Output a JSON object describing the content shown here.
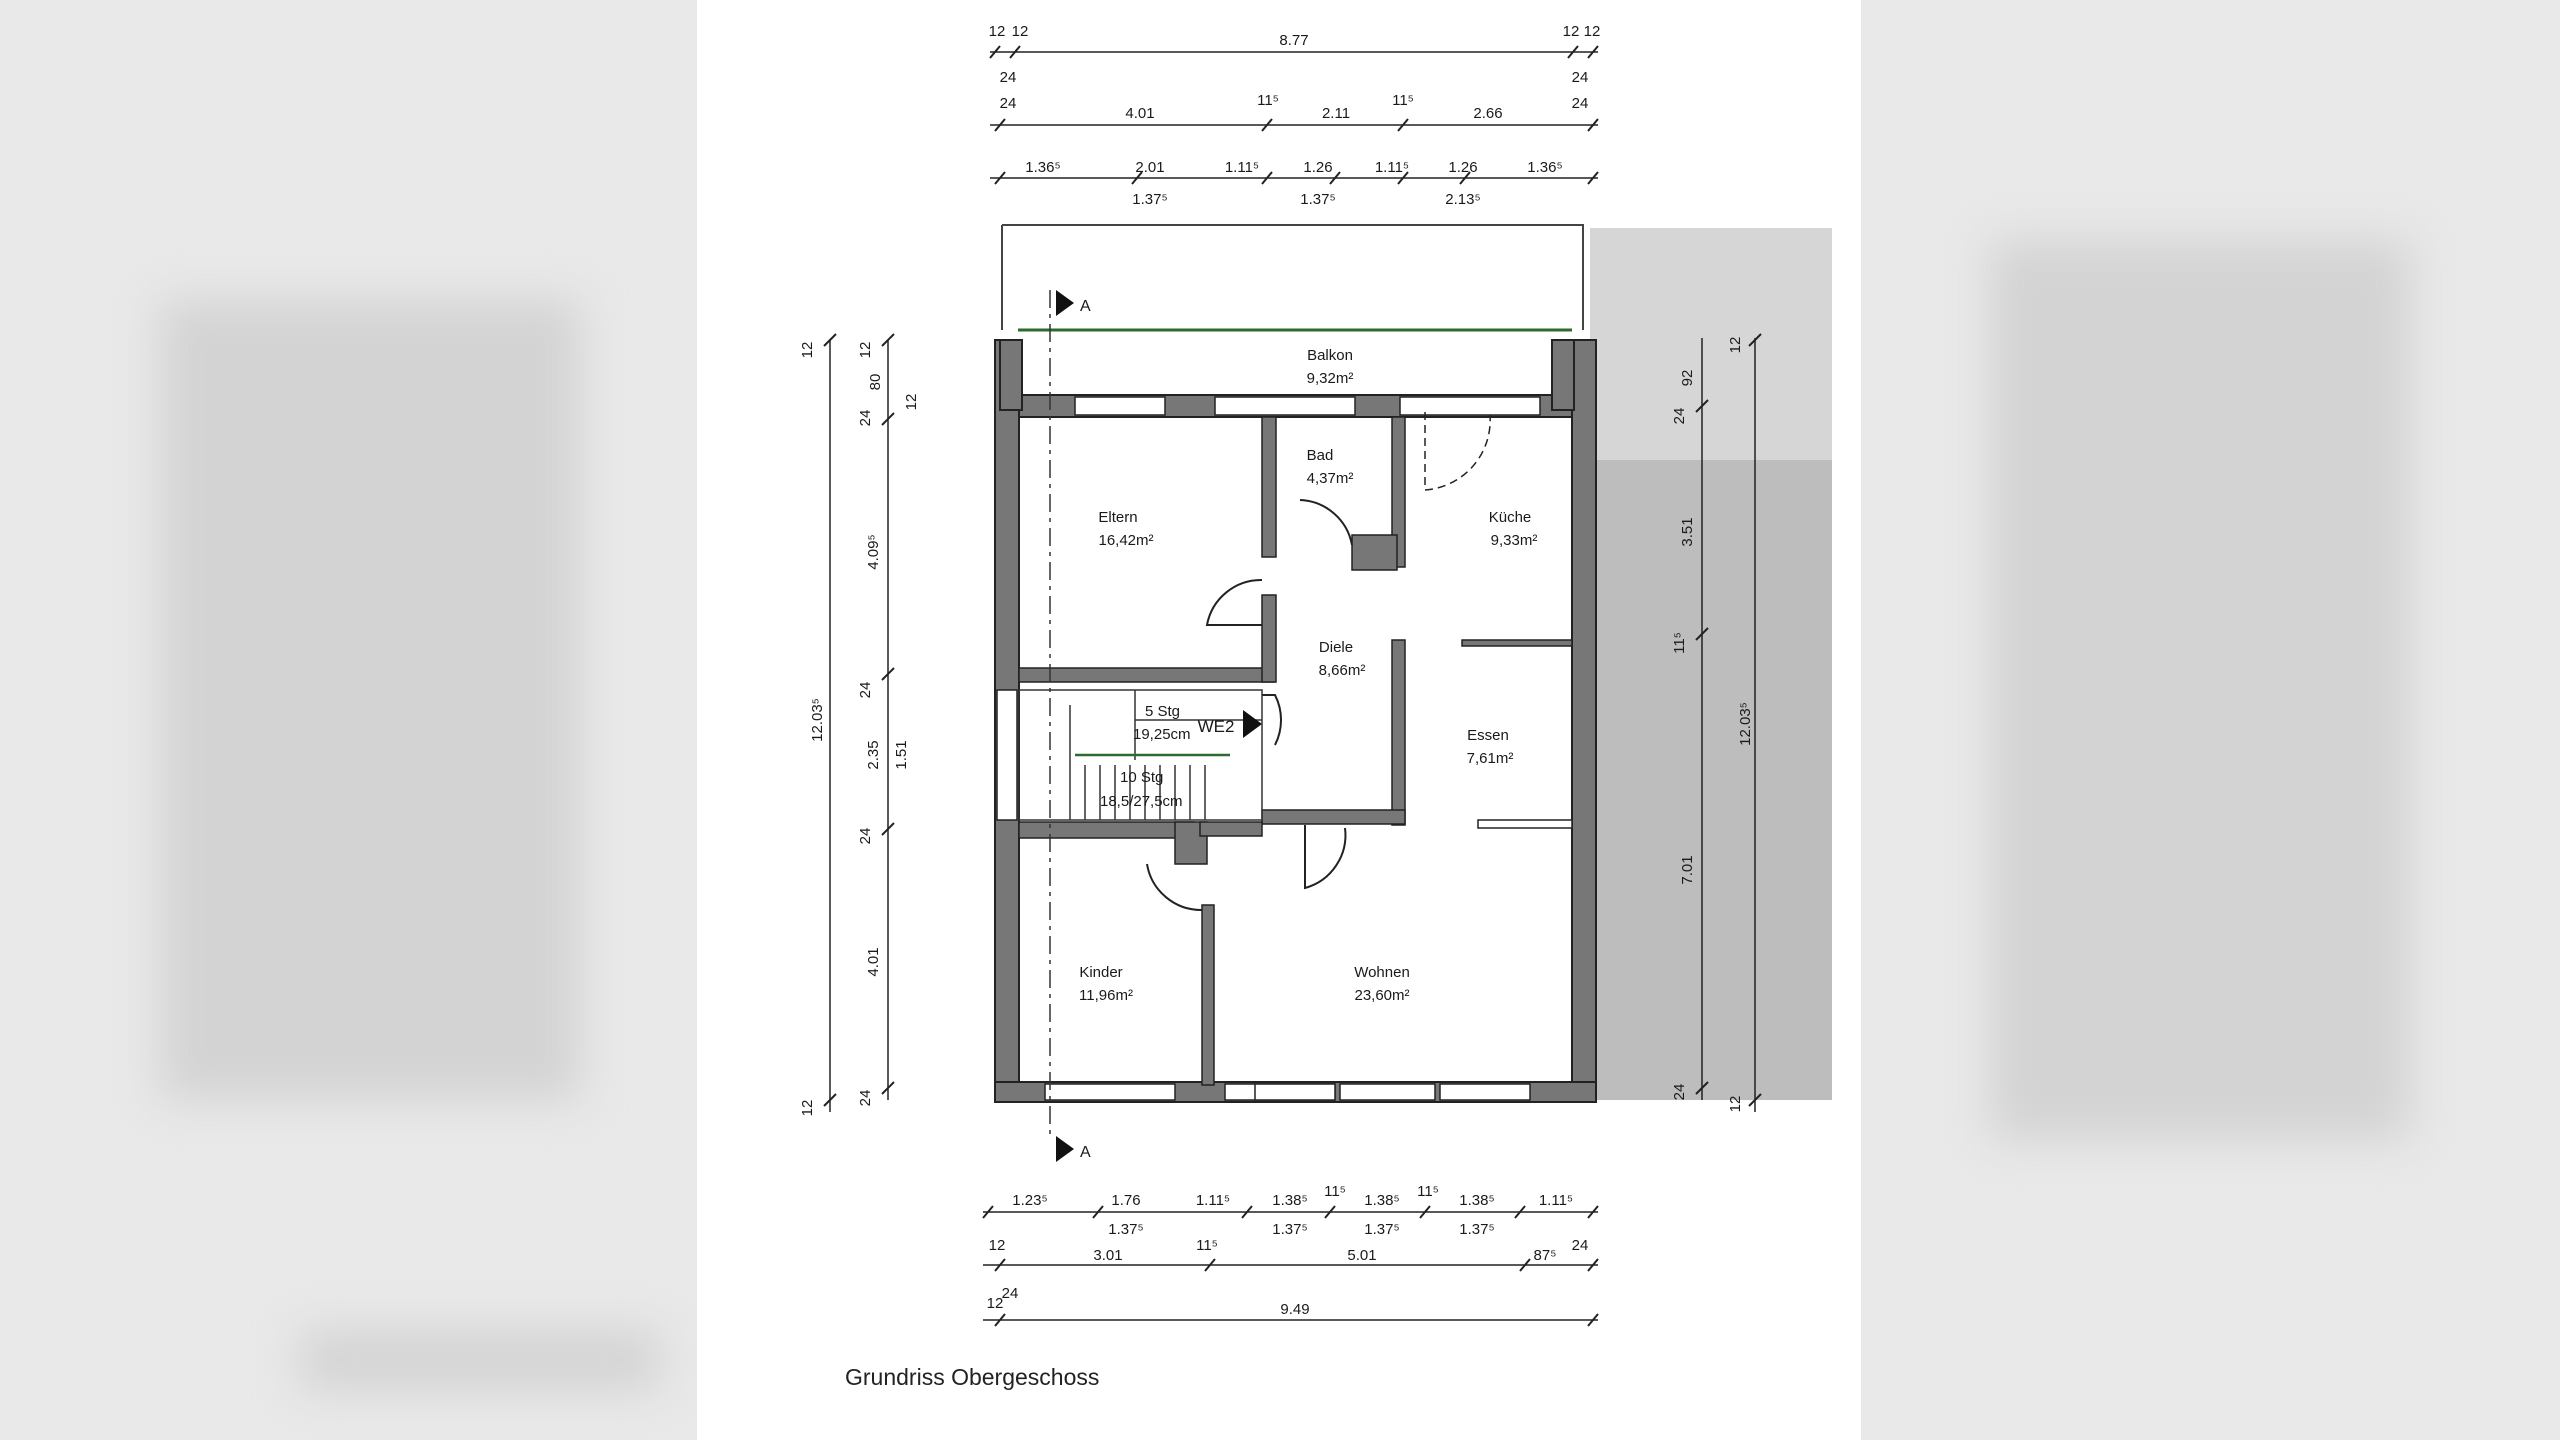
{
  "caption": "Grundriss Obergeschoss",
  "section_marker": "A",
  "stair_label": "WE2",
  "rooms": [
    {
      "name": "Balkon",
      "area": "9,32m²"
    },
    {
      "name": "Bad",
      "area": "4,37m²"
    },
    {
      "name": "Eltern",
      "area": "16,42m²"
    },
    {
      "name": "Küche",
      "area": "9,33m²"
    },
    {
      "name": "Diele",
      "area": "8,66m²"
    },
    {
      "name": "Essen",
      "area": "7,61m²"
    },
    {
      "name": "Kinder",
      "area": "11,96m²"
    },
    {
      "name": "Wohnen",
      "area": "23,60m²"
    }
  ],
  "stairs": {
    "upper_count": "5 Stg",
    "upper_size": "19,25cm",
    "lower_count": "10 Stg",
    "lower_size": "18,5/27,5cm"
  },
  "dims_top": {
    "row1": [
      "12",
      "12",
      "8.77",
      "12",
      "12"
    ],
    "row1_sub": [
      "24",
      "24"
    ],
    "row2": [
      "24",
      "4.01",
      "11⁵",
      "2.11",
      "11⁵",
      "2.66",
      "24"
    ],
    "row3": [
      "1.36⁵",
      "2.01",
      "1.11⁵",
      "1.26",
      "1.11⁵",
      "1.26",
      "1.36⁵"
    ],
    "row3_sub": [
      "1.37⁵",
      "1.37⁵",
      "2.13⁵"
    ]
  },
  "dims_bottom": {
    "row1": [
      "1.23⁵",
      "1.76",
      "1.11⁵",
      "1.38⁵",
      "11⁵",
      "1.38⁵",
      "11⁵",
      "1.38⁵",
      "1.11⁵"
    ],
    "row1_sub": [
      "1.37⁵",
      "1.37⁵",
      "1.37⁵",
      "1.37⁵"
    ],
    "row2": [
      "12",
      "3.01",
      "11⁵",
      "5.01",
      "87⁵",
      "24"
    ],
    "row3": [
      "12",
      "24",
      "9.49"
    ]
  },
  "dims_left": {
    "outer": [
      "12",
      "12.03⁵",
      "12"
    ],
    "inner": [
      "12",
      "80",
      "24",
      "4.09⁵",
      "24",
      "2.35",
      "24",
      "4.01",
      "24"
    ],
    "inner_small": [
      "12",
      "1.51"
    ]
  },
  "dims_right": {
    "outer": [
      "12",
      "12.03⁵",
      "12"
    ],
    "inner": [
      "92",
      "24",
      "3.51",
      "11⁵",
      "7.01",
      "24"
    ]
  }
}
